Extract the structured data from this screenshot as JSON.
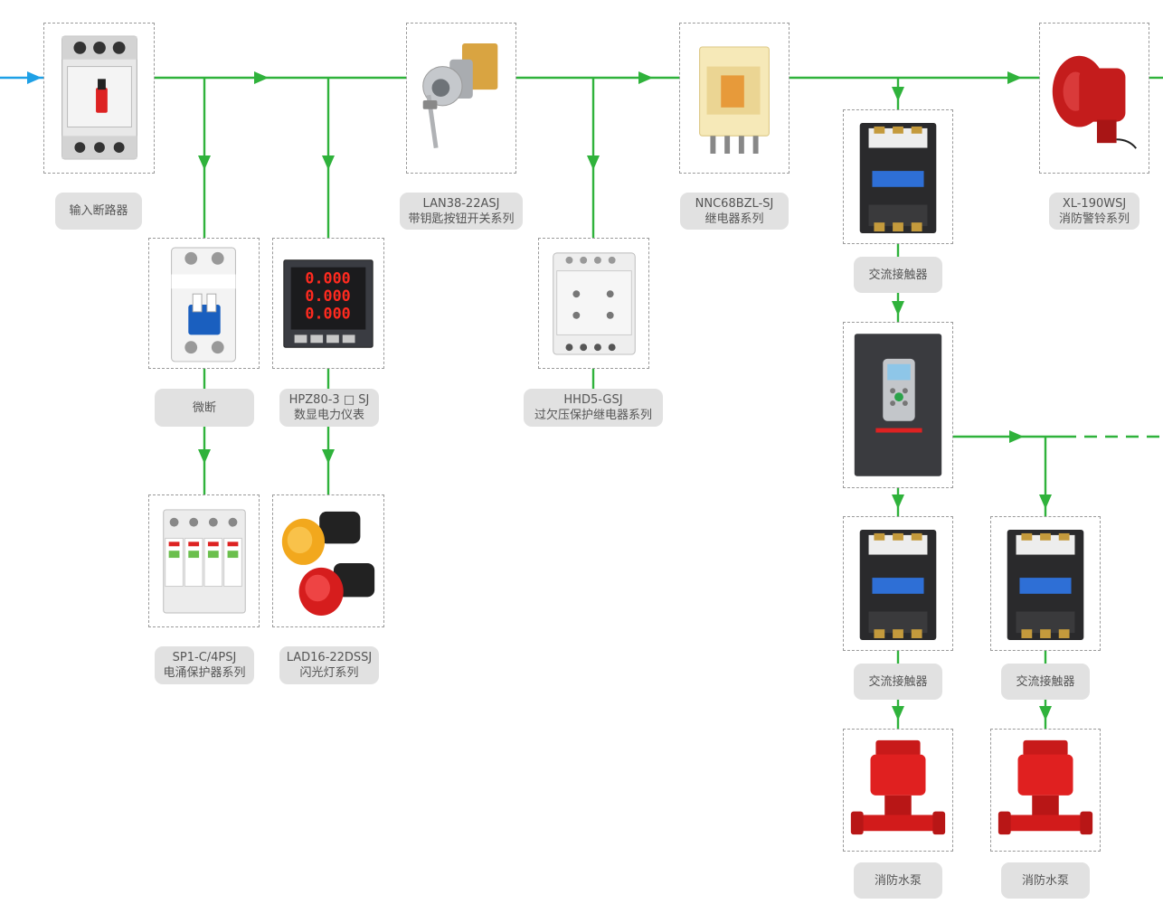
{
  "colors": {
    "wire": "#2fb23b",
    "input_arrow": "#1ea0e6",
    "label_bg": "#e1e1e1",
    "label_text": "#555555"
  },
  "nodes": {
    "breaker": {
      "icon": "molded-case-breaker",
      "lines": [
        "输入断路器"
      ]
    },
    "mcb": {
      "icon": "miniature-breaker",
      "lines": [
        "微断"
      ]
    },
    "spd": {
      "icon": "surge-protector",
      "lines": [
        "SP1-C/4PSJ",
        "电涌保护器系列"
      ]
    },
    "meter": {
      "icon": "digital-power-meter",
      "lines": [
        "HPZ80-3 □ SJ",
        "数显电力仪表"
      ]
    },
    "lamp": {
      "icon": "flash-lamp",
      "lines": [
        "LAD16-22DSSJ",
        "闪光灯系列"
      ]
    },
    "keyswitch": {
      "icon": "key-switch",
      "lines": [
        "LAN38-22ASJ",
        "带钥匙按钮开关系列"
      ]
    },
    "hhd": {
      "icon": "voltage-protection-relay",
      "lines": [
        "HHD5-GSJ",
        "过欠压保护继电器系列"
      ]
    },
    "relay": {
      "icon": "relay",
      "lines": [
        "NNC68BZL-SJ",
        "继电器系列"
      ]
    },
    "contactor1": {
      "icon": "ac-contactor",
      "lines": [
        "交流接触器"
      ]
    },
    "vfd": {
      "icon": "frequency-converter"
    },
    "contactor2": {
      "icon": "ac-contactor",
      "lines": [
        "交流接触器"
      ]
    },
    "contactor3": {
      "icon": "ac-contactor",
      "lines": [
        "交流接触器"
      ]
    },
    "pump1": {
      "icon": "fire-water-pump",
      "lines": [
        "消防水泵"
      ]
    },
    "pump2": {
      "icon": "fire-water-pump",
      "lines": [
        "消防水泵"
      ]
    },
    "bell": {
      "icon": "fire-alarm-bell",
      "lines": [
        "XL-190WSJ",
        "消防警铃系列"
      ]
    }
  }
}
